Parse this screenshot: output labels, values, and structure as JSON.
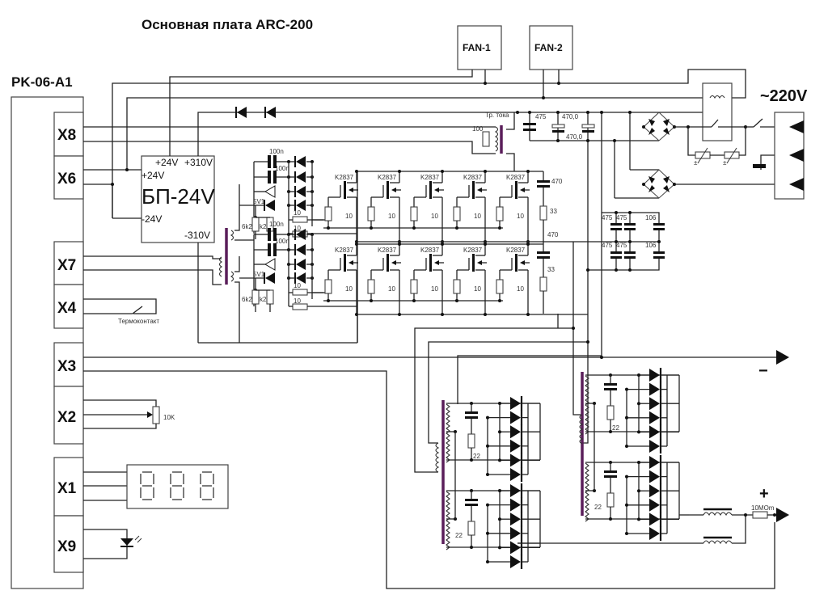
{
  "title": "Основная плата ARC-200",
  "control_board": {
    "name": "PK-06-A1",
    "connectors": [
      "X8",
      "X6",
      "X7",
      "X4",
      "X3",
      "X2",
      "X1",
      "X9"
    ]
  },
  "psu": {
    "name": "БП-24V",
    "pins": {
      "top_left": "+24V",
      "top_right": "+310V",
      "left_top": "+24V",
      "left_bottom": "-24V",
      "bottom_right": "-310V"
    }
  },
  "fans": [
    "FAN-1",
    "FAN-2"
  ],
  "mains": "~220V",
  "current_transformer": "Тр. тока",
  "thermo_contact": "Термоконтакт",
  "potentiometer": "10K",
  "transistor": "K2837",
  "labels": {
    "gate_cap": "100n",
    "gate_cap2": "100n",
    "zener": "5V1",
    "gate_res_a": "6k2",
    "gate_res_b": "k2",
    "gate_res": "10",
    "ct_res": "100",
    "c475": "475",
    "c470_0": "470,0",
    "c470_0b": "470,0",
    "snub_cap": "470",
    "snub_res": "33",
    "c106": "106",
    "rect_res": "22",
    "bleeder": "10MOm",
    "plus": "+",
    "minus": "−"
  },
  "display": {
    "digits": 3
  }
}
